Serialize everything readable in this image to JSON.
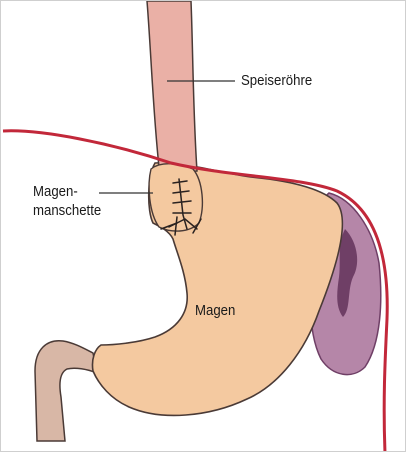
{
  "labels": {
    "esophagus": "Speiseröhre",
    "cuff_line1": "Magen-",
    "cuff_line2": "manschette",
    "stomach": "Magen"
  },
  "colors": {
    "stomach_fill": "#f4c9a0",
    "esophagus_fill": "#eab0a6",
    "spleen_fill": "#b586a8",
    "spleen_dark": "#6f3f66",
    "vessel": "#c2283a",
    "intestine": "#d8b7a6"
  }
}
